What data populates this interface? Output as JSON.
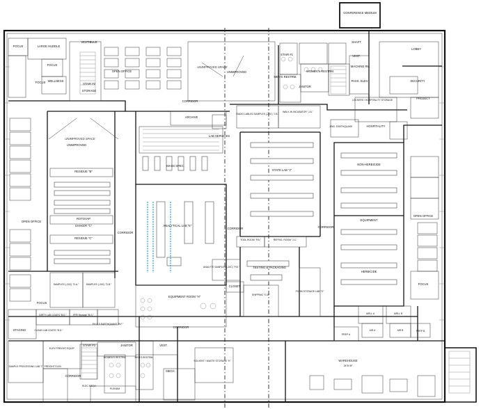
{
  "rooms": [
    {
      "id": "conference",
      "label": "CONFERENCE MEDIUM"
    },
    {
      "id": "focus_nw",
      "label": "FOCUS"
    },
    {
      "id": "huddle",
      "label": "LARGE HUDDLE"
    },
    {
      "id": "vestibule",
      "label": "VESTIBULE"
    },
    {
      "id": "focus_2",
      "label": "FOCUS"
    },
    {
      "id": "wellness",
      "label": "WELLNESS"
    },
    {
      "id": "focus_3",
      "label": "FOCUS"
    },
    {
      "id": "stair2",
      "label": "STAIR #2"
    },
    {
      "id": "storage_n",
      "label": "STORAGE"
    },
    {
      "id": "open_office_n",
      "label": "OPEN OFFICE"
    },
    {
      "id": "unimproved_n",
      "label": "UNIMPROVED"
    },
    {
      "id": "unimproved_space_n",
      "label": "UNIMPROVED SPACE"
    },
    {
      "id": "shaft",
      "label": "SHAFT"
    },
    {
      "id": "stair1",
      "label": "STAIR #1"
    },
    {
      "id": "vest_n",
      "label": "VEST."
    },
    {
      "id": "machine_rm",
      "label": "MACHINE RM."
    },
    {
      "id": "mens_n",
      "label": "MEN'S RESTRM."
    },
    {
      "id": "womens_n",
      "label": "WOMEN'S RESTRM."
    },
    {
      "id": "janitor_n",
      "label": "JANITOR"
    },
    {
      "id": "pass_elev",
      "label": "PASS. ELEV."
    },
    {
      "id": "lobby",
      "label": "LOBBY"
    },
    {
      "id": "security",
      "label": "SECURITY"
    },
    {
      "id": "project",
      "label": "PROJECT"
    },
    {
      "id": "corridor_n",
      "label": "CORRIDOR"
    },
    {
      "id": "archive",
      "label": "ARCHIVE"
    },
    {
      "id": "radio",
      "label": "RADIO LABLED SAMPLES (-20C) \"J.B.\""
    },
    {
      "id": "walkin",
      "label": "WALK-IN INCUBATOR \"J.A.\""
    },
    {
      "id": "lockers",
      "label": "LOCKERS / HOSPITALITY STORAGE"
    },
    {
      "id": "hospitality",
      "label": "HOSPITALITY"
    },
    {
      "id": "eng_earthquake",
      "label": "ENG. EARTHQUAKE"
    },
    {
      "id": "lab_services",
      "label": "LAB SERVICES"
    },
    {
      "id": "unimproved_w",
      "label": "UNIMPROVED"
    },
    {
      "id": "unimproved_space_w",
      "label": "UNIMPROVED SPACE"
    },
    {
      "id": "mass_spec",
      "label": "MASS SPEC."
    },
    {
      "id": "state_lab",
      "label": "STATE LAB \"J\""
    },
    {
      "id": "non_herbicide",
      "label": "NON-HERBICIDE"
    },
    {
      "id": "residue_b",
      "label": "RESIDUE \"B\""
    },
    {
      "id": "rotovap",
      "label": "ROTOVAP"
    },
    {
      "id": "shaker",
      "label": "SHAKER \"C\""
    },
    {
      "id": "residue_c",
      "label": "RESIDUE \"C\""
    },
    {
      "id": "open_office_w",
      "label": "OPEN OFFICE"
    },
    {
      "id": "analytical",
      "label": "ANALYTICAL LAB \"E\""
    },
    {
      "id": "corridor_w",
      "label": "CORRIDOR"
    },
    {
      "id": "corridor_c",
      "label": "CORRIDOR"
    },
    {
      "id": "corridor_e",
      "label": "CORRIDOR"
    },
    {
      "id": "tool_room",
      "label": "TOOL ROOM \"P.B.\""
    },
    {
      "id": "refrig",
      "label": "REFRIG. ROOM \"J.C.\""
    },
    {
      "id": "equipment",
      "label": "EQUIPMENT"
    },
    {
      "id": "open_office_e",
      "label": "OPEN OFFICE"
    },
    {
      "id": "focus_e",
      "label": "FOCUS"
    },
    {
      "id": "samples_a",
      "label": "SAMPLES (-20C) \"D.A.\""
    },
    {
      "id": "samples_b",
      "label": "SAMPLES (-20C) \"D.B.\""
    },
    {
      "id": "analyte",
      "label": "ANALYTE SAMPLES (-20C) \"F.B.\""
    },
    {
      "id": "testing",
      "label": "TESTING & PACKAGING"
    },
    {
      "id": "closet",
      "label": "CLOSET"
    },
    {
      "id": "shipping",
      "label": "SHIPPING \"G.A.\""
    },
    {
      "id": "form_storage",
      "label": "FORM STORAGE LAB \"G\""
    },
    {
      "id": "equipment_room",
      "label": "EQUIPMENT ROOM \"H\""
    },
    {
      "id": "herbicide",
      "label": "HERBICIDE"
    },
    {
      "id": "focus_sw",
      "label": "FOCUS"
    },
    {
      "id": "dirty_lab",
      "label": "DIRTY LAB COATS \"B.E.\""
    },
    {
      "id": "ppe_storage",
      "label": "PPE Storage \"B.G.\""
    },
    {
      "id": "eh_earthquake",
      "label": "EH & S EARTHQUAKE \"B.F.\""
    },
    {
      "id": "staging",
      "label": "STAGING"
    },
    {
      "id": "clean_lab",
      "label": "CLEAN LAB COATS \"B.D.\""
    },
    {
      "id": "corridor_s",
      "label": "CORRIDOR"
    },
    {
      "id": "airlock_a",
      "label": "AIRLL A"
    },
    {
      "id": "airlock_b",
      "label": "AIRLL B"
    },
    {
      "id": "air_a",
      "label": "AIR A"
    },
    {
      "id": "air_b",
      "label": "AIR B"
    },
    {
      "id": "prep_a",
      "label": "PREP A"
    },
    {
      "id": "prep_b",
      "label": "PREP B"
    },
    {
      "id": "elev_freight",
      "label": "ELEV FREIGHT EQUIP."
    },
    {
      "id": "stair3",
      "label": "STAIR #3"
    },
    {
      "id": "janitor_s",
      "label": "JANITOR"
    },
    {
      "id": "vest_s",
      "label": "VEST."
    },
    {
      "id": "sample_proc",
      "label": "SAMPLE PROCESSING LAB \"I\""
    },
    {
      "id": "womens_s",
      "label": "WOMEN'S RESTRM."
    },
    {
      "id": "mens_s",
      "label": "MEN'S RESTRM."
    },
    {
      "id": "solvent",
      "label": "SOLVENT / WASTE STORAGE \"K\""
    },
    {
      "id": "freight_elev",
      "label": "FREIGHT ELEV"
    },
    {
      "id": "corridor_sw",
      "label": "CORRIDOR"
    },
    {
      "id": "elec_mech",
      "label": "ELEC MECH"
    },
    {
      "id": "plenum",
      "label": "PLENUM"
    },
    {
      "id": "mech",
      "label": "MECH."
    },
    {
      "id": "warehouse",
      "label": "WAREHOUSE"
    }
  ],
  "warehouse_area": "2475 SF",
  "colors": {
    "walls": "#111111",
    "benches": "#222222",
    "hood_accent": "#3aa0d8",
    "background": "#ffffff"
  }
}
